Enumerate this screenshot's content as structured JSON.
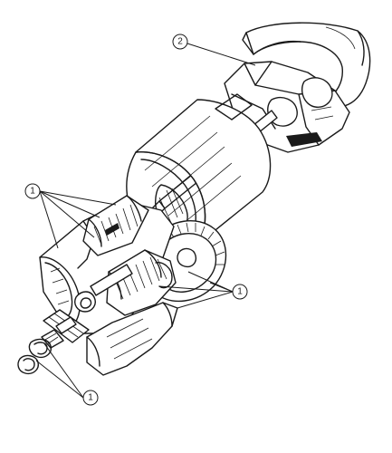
{
  "diagram": {
    "callouts": [
      {
        "id": "callout-top",
        "label": "2"
      },
      {
        "id": "callout-left",
        "label": "1"
      },
      {
        "id": "callout-right",
        "label": "1"
      },
      {
        "id": "callout-bottom",
        "label": "1"
      }
    ]
  }
}
